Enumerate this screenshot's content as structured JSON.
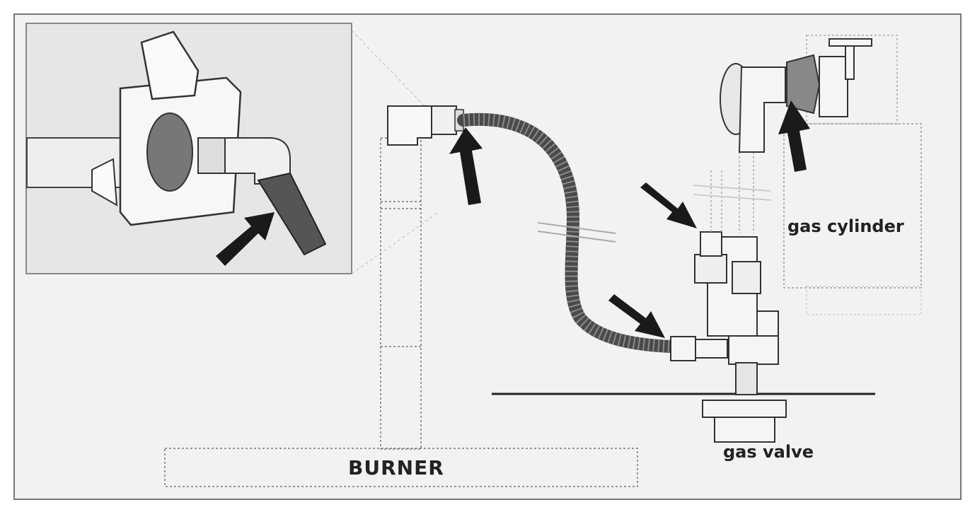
{
  "labels": {
    "burner": "BURNER",
    "gas_cylinder": "gas cylinder",
    "gas_valve": "gas valve"
  },
  "colors": {
    "background": "#f2f2f2",
    "line": "#555555",
    "hose": "#4a4a4a",
    "arrow": "#1a1a1a",
    "inset_fill": "#e6e6e6",
    "regulator_fill": "#888888"
  }
}
